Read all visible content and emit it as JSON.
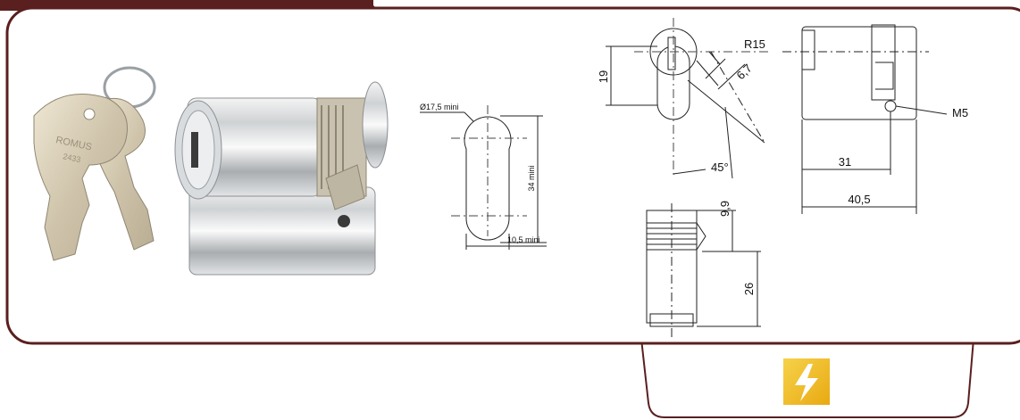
{
  "colors": {
    "frame": "#5a1f1f",
    "bolt_yellow": "#f2c21a"
  },
  "drawings": {
    "profile": {
      "label_diameter": "Ø17,5 mini",
      "label_height": "34 mini",
      "label_offset": "10,5 mini"
    },
    "front_view": {
      "label_radius": "R15",
      "label_19": "19",
      "label_6_7": "6,7",
      "label_45": "45°"
    },
    "side_view": {
      "label_m5": "M5",
      "label_31": "31",
      "label_40_5": "40,5"
    },
    "bottom_view": {
      "label_9_9": "9,9",
      "label_26": "26"
    }
  },
  "icons": {
    "electric": "lightning-bolt-icon",
    "product": "half-cylinder-lock-with-keys"
  }
}
